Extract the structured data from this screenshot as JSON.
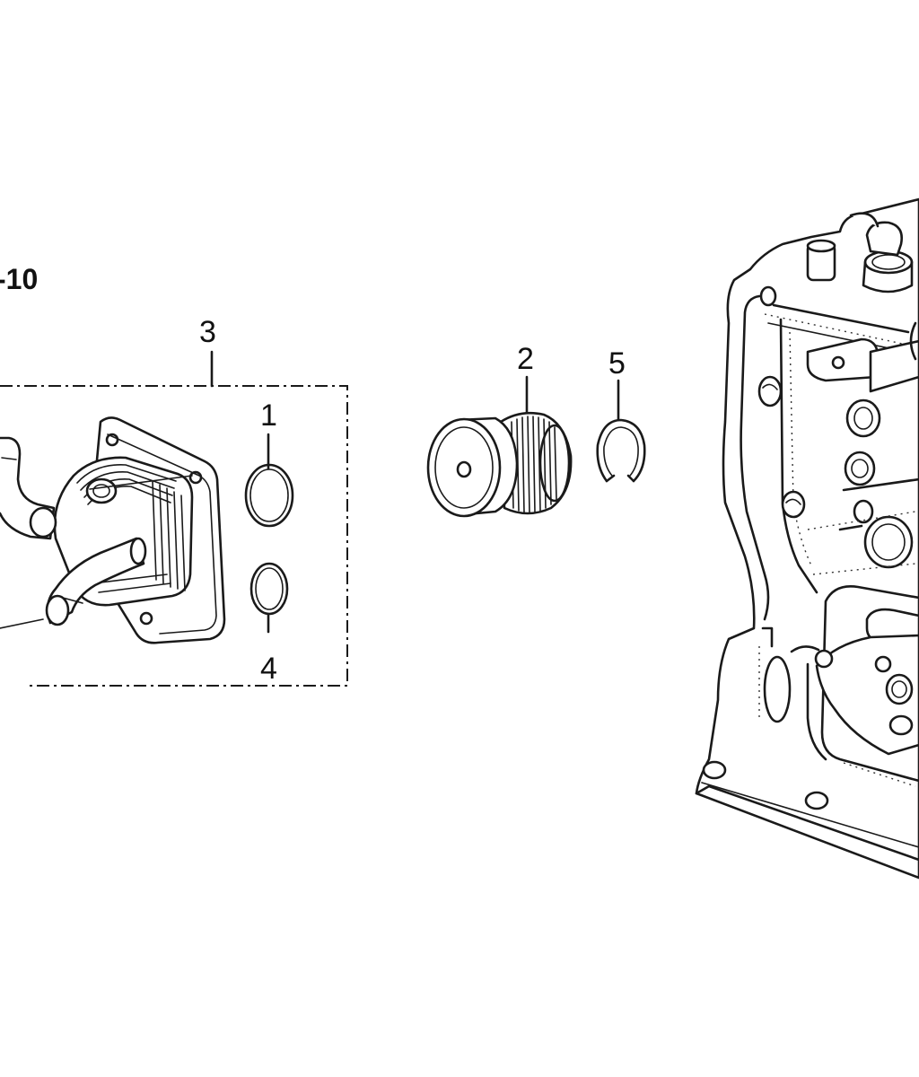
{
  "reference_label": "-10",
  "callouts": {
    "c1": "1",
    "c2": "2",
    "c3": "3",
    "c4": "4",
    "c5": "5"
  },
  "colors": {
    "line": "#1a1a1a",
    "background": "#ffffff"
  }
}
